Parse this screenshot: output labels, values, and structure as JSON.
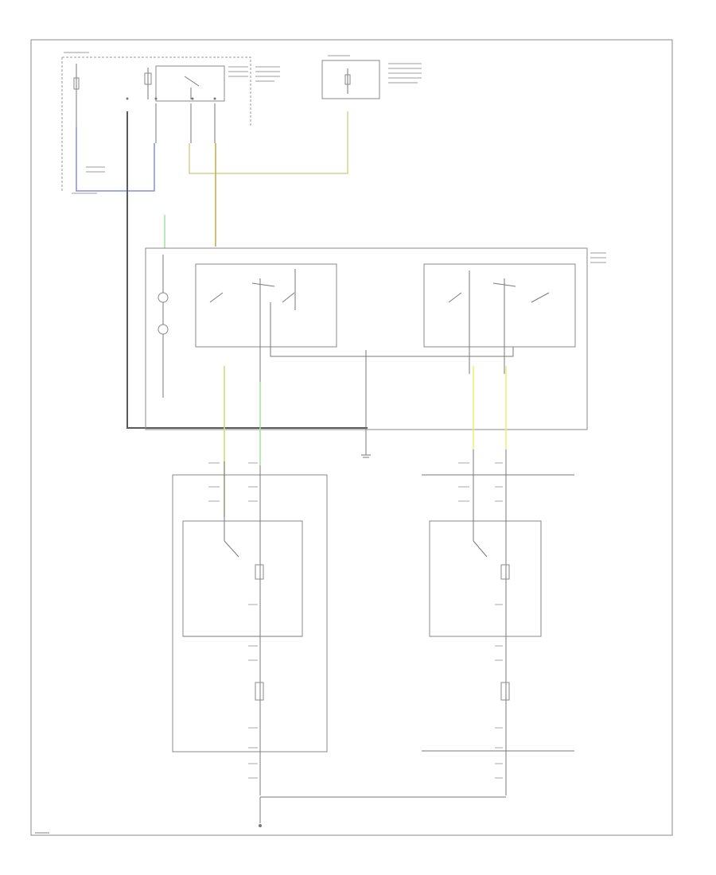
{
  "diagram": {
    "footer_code": "",
    "wire_colors": {
      "blue": "#8a8ae8",
      "tan": "#d8cf90",
      "green": "#9fe39f",
      "yellow_green": "#c9e07a",
      "yellow": "#eded70",
      "black": "#444444"
    },
    "components": [
      "hot-at-all-times-fuse",
      "heater-relay-junction-block",
      "engine-room-fuse",
      "heater-seat-switch",
      "left-seat-heater-assembly",
      "right-seat-heater-assembly",
      "seat-heater-elements",
      "ground-points"
    ]
  }
}
